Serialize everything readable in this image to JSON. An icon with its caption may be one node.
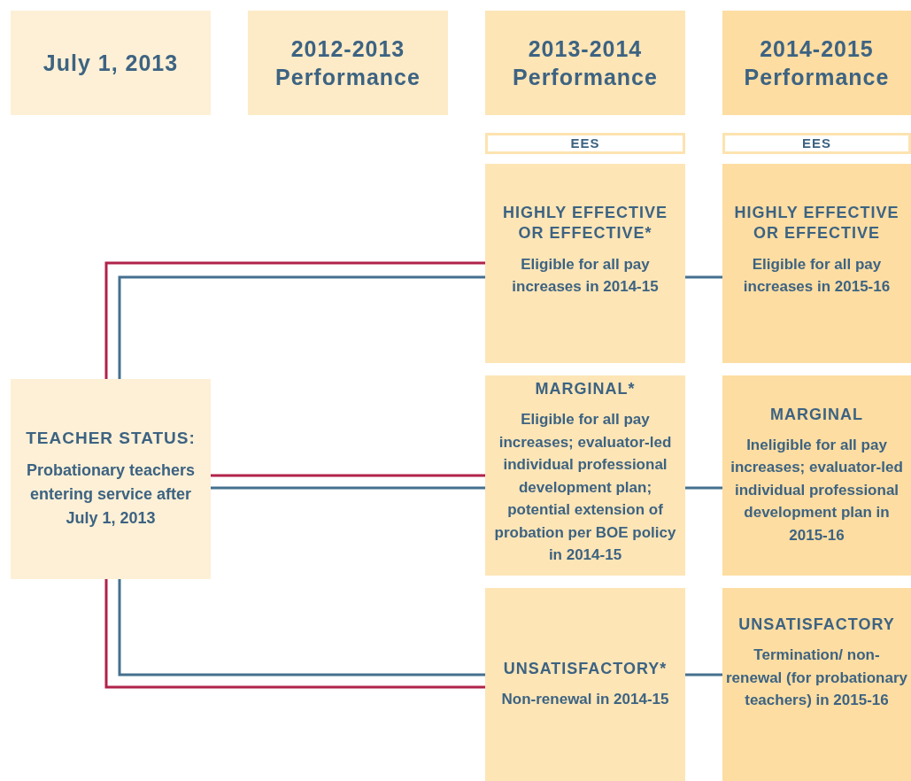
{
  "diagram": {
    "nodes": [
      {
        "text": [
          "July 1, 2013"
        ]
      },
      {
        "text": [
          "2012-2013 Performance"
        ]
      },
      {
        "text": [
          "2013-2014 Performance"
        ]
      },
      {
        "text": [
          "2014-2015 Performance"
        ]
      },
      {
        "text": [
          "EES"
        ]
      },
      {
        "text": [
          "EES"
        ]
      },
      {
        "text": [
          "TEACHER STATUS:",
          "Probationary teachers entering service after July 1, 2013"
        ]
      },
      {
        "text": [
          "HIGHLY EFFECTIVE OR EFFECTIVE*",
          "Eligible for all pay increases in 2014-15"
        ]
      },
      {
        "text": [
          "HIGHLY EFFECTIVE OR EFFECTIVE",
          "Eligible for all pay increases in 2015-16"
        ]
      },
      {
        "text": [
          "MARGINAL*",
          "Eligible for all pay increases; evaluator-led individual professional development plan; potential extension of probation per BOE policy in 2014-15"
        ]
      },
      {
        "text": [
          "MARGINAL",
          "Ineligible for all pay increases; evaluator-led individual professional development plan in 2015-16"
        ]
      },
      {
        "text": [
          "UNSATISFACTORY*",
          "Non-renewal in 2014-15"
        ]
      },
      {
        "text": [
          "UNSATISFACTORY",
          "Termination/ non-renewal (for probationary teachers) in 2015-16"
        ]
      }
    ],
    "edges": [
      {
        "from": 6,
        "to": 7,
        "arrow": "none",
        "color": "#b0234a"
      },
      {
        "from": 6,
        "to": 7,
        "arrow": "none"
      },
      {
        "from": 6,
        "to": 9,
        "arrow": "none",
        "color": "#b0234a"
      },
      {
        "from": 6,
        "to": 9,
        "arrow": "none"
      },
      {
        "from": 6,
        "to": 11,
        "arrow": "none"
      },
      {
        "from": 6,
        "to": 11,
        "arrow": "none",
        "color": "#b0234a"
      },
      {
        "from": 7,
        "to": 8,
        "arrow": "none"
      },
      {
        "from": 9,
        "to": 10,
        "arrow": "none"
      },
      {
        "from": 11,
        "to": 12,
        "arrow": "none"
      }
    ]
  }
}
